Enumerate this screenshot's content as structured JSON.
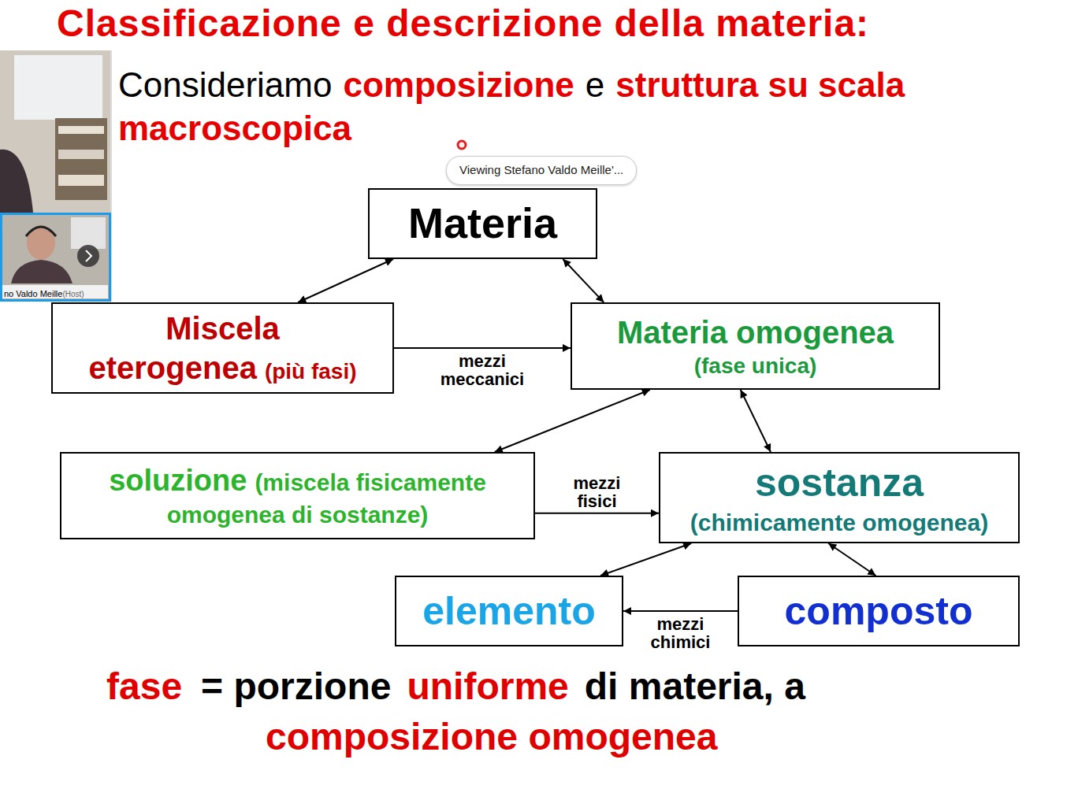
{
  "diagram": {
    "title": "Classificazione e descrizione della materia:",
    "nodes": [
      {
        "text": [
          "Materia"
        ]
      },
      {
        "text": [
          "Miscela eterogenea",
          "(più fasi)"
        ]
      },
      {
        "text": [
          "Materia omogenea",
          "(fase unica)"
        ]
      },
      {
        "text": [
          "soluzione",
          "(miscela fisicamente omogenea di sostanze)"
        ]
      },
      {
        "text": [
          "sostanza",
          "(chimicamente omogenea)"
        ]
      },
      {
        "text": [
          "elemento"
        ]
      },
      {
        "text": [
          "composto"
        ]
      }
    ],
    "edges": [
      {
        "from": 0,
        "to": 1,
        "arrow": "both"
      },
      {
        "from": 0,
        "to": 2,
        "arrow": "both"
      },
      {
        "from": 1,
        "to": 2,
        "label": "mezzi meccanici",
        "arrow": "to"
      },
      {
        "from": 2,
        "to": 3,
        "arrow": "both"
      },
      {
        "from": 2,
        "to": 4,
        "arrow": "both"
      },
      {
        "from": 3,
        "to": 4,
        "label": "mezzi fisici",
        "arrow": "to"
      },
      {
        "from": 4,
        "to": 5,
        "arrow": "both"
      },
      {
        "from": 4,
        "to": 6,
        "arrow": "both"
      },
      {
        "from": 6,
        "to": 5,
        "label": "mezzi chimici",
        "arrow": "to"
      }
    ],
    "labels": [
      "Viewing Stefano Valdo Meille'...",
      "Consideriamo",
      "composizione",
      "e",
      "struttura su scala macroscopica",
      "no Valdo Meille",
      "(Host)",
      "fase",
      "= porzione",
      "uniforme",
      "di materia, a",
      "composizione omogenea"
    ]
  }
}
